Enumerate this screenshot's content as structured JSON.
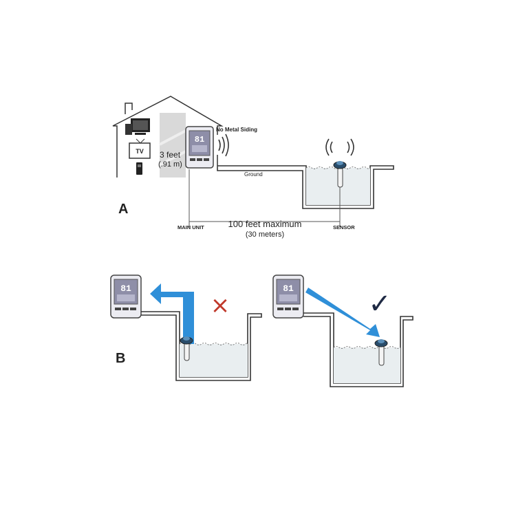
{
  "panel_a": {
    "letter": "A",
    "tv_label": "TV",
    "distance_feet": "3 feet",
    "distance_meters": "(.91 m)",
    "no_metal_siding": "No Metal Siding",
    "ground_label": "Ground",
    "main_unit_label": "MAIN UNIT",
    "sensor_label": "SENSOR",
    "range_label": "100 feet maximum",
    "range_metric": "(30 meters)"
  },
  "panel_b": {
    "letter": "B",
    "wrong_mark": "×",
    "right_mark": "✓"
  },
  "colors": {
    "signal_arrow": "#2f8fd8",
    "wrong_mark": "#c0392b",
    "metal_siding_text": "#b03030",
    "outline": "#222222"
  },
  "icons": {
    "main_unit": "thermometer-display-icon",
    "sensor": "floating-pool-sensor-icon",
    "signal": "wireless-signal-icon"
  }
}
